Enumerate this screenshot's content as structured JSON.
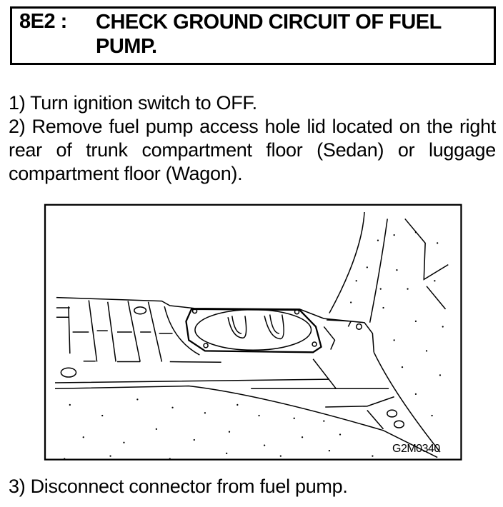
{
  "header": {
    "code": "8E2 :",
    "title": "CHECK GROUND CIRCUIT OF FUEL PUMP."
  },
  "steps": [
    "1)  Turn ignition switch to OFF.",
    "2)  Remove fuel pump access hole lid located on the right rear of trunk compartment floor (Sedan) or luggage compartment floor (Wagon).",
    "3)  Disconnect connector from fuel pump."
  ],
  "figure": {
    "label": "G2M0340"
  }
}
